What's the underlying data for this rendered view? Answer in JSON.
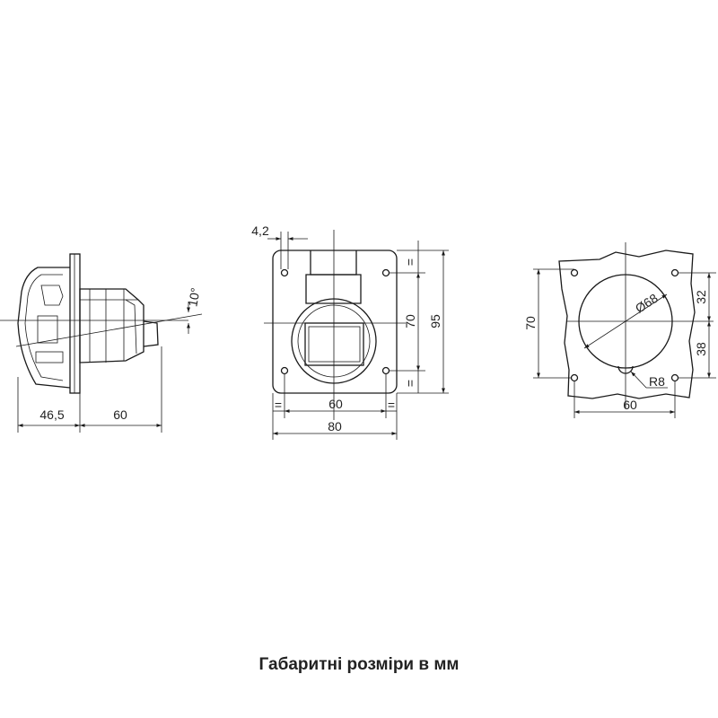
{
  "caption": "Габаритні розміри в мм",
  "side_view": {
    "dim_depth": "46,5",
    "dim_width": "60",
    "dim_angle": "10°"
  },
  "front_view": {
    "dim_hole": "4,2",
    "dim_hole_spacing_h": "60",
    "dim_overall_w": "80",
    "dim_hole_spacing_v": "70",
    "dim_overall_h": "95",
    "equal_mark": "="
  },
  "cutout_view": {
    "dim_holes_v": "70",
    "dim_diameter": "Ø68",
    "dim_upper": "32",
    "dim_lower": "38",
    "dim_radius": "R8",
    "dim_holes_h": "60"
  }
}
